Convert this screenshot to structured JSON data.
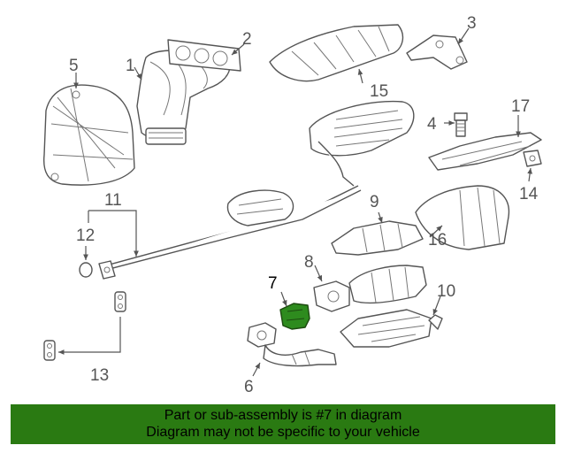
{
  "diagram": {
    "highlighted_callout": "7",
    "highlight_color": "#2e8b1e",
    "callouts": [
      "1",
      "2",
      "3",
      "4",
      "5",
      "6",
      "7",
      "8",
      "9",
      "10",
      "11",
      "12",
      "13",
      "14",
      "15",
      "16",
      "17"
    ]
  },
  "banner": {
    "line1": "Part or sub-assembly is #7 in diagram",
    "line2": "Diagram may not be specific to your vehicle",
    "background": "#2a7a12"
  }
}
